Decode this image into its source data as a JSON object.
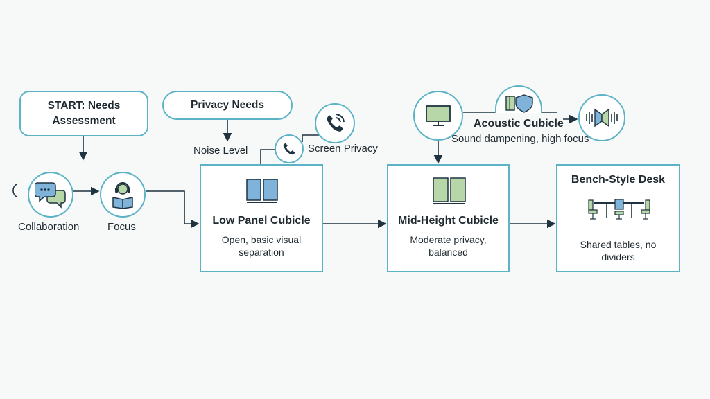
{
  "start": {
    "line1": "START: Needs",
    "line2": "Assessment"
  },
  "privacy_needs": "Privacy Needs",
  "noise_level": "Noise Level",
  "screen_privacy": "Screen Privacy",
  "collaboration": "Collaboration",
  "focus": "Focus",
  "low_panel": {
    "title": "Low Panel Cubicle",
    "desc1": "Open, basic visual",
    "desc2": "separation"
  },
  "mid_height": {
    "title": "Mid-Height Cubicle",
    "desc1": "Moderate privacy,",
    "desc2": "balanced"
  },
  "acoustic": {
    "title": "Acoustic Cubicle",
    "desc": "Sound dampening, high focus"
  },
  "bench": {
    "title": "Bench-Style Desk",
    "desc1": "Shared tables, no",
    "desc2": "dividers"
  },
  "colors": {
    "stroke": "#5cb3c6",
    "icon_blue": "#7fb3d9",
    "icon_green": "#b7d7a8",
    "dark": "#1f3340"
  },
  "icons": [
    "speech-bubbles-icon",
    "reader-headset-icon",
    "phone-icon",
    "monitor-icon",
    "shield-icon",
    "sound-panel-icon",
    "blue-panel-icon",
    "green-panel-icon",
    "bench-desk-icon"
  ]
}
